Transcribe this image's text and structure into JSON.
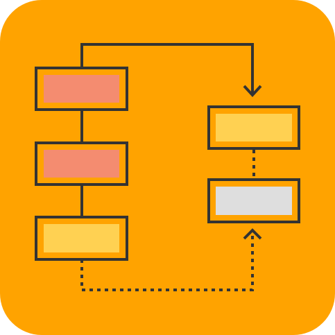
{
  "icon": {
    "semantic": "flowchart-icon",
    "background_color": "#FFA300",
    "stroke_color": "#333333"
  },
  "left_column": {
    "boxes": [
      {
        "name": "left-box-top",
        "fill": "#F48C70"
      },
      {
        "name": "left-box-middle",
        "fill": "#F48C70"
      },
      {
        "name": "left-box-bottom",
        "fill": "#FFD152"
      }
    ]
  },
  "right_column": {
    "boxes": [
      {
        "name": "right-box-top",
        "fill": "#FFD152"
      },
      {
        "name": "right-box-bottom",
        "fill": "#DEDEDE"
      }
    ]
  },
  "connectors": [
    {
      "name": "solid-arrow-connector",
      "from": "left-box-top",
      "to": "right-box-top",
      "style": "solid"
    },
    {
      "name": "dotted-arrow-connector",
      "from": "left-box-bottom",
      "to": "right-box-bottom",
      "style": "dotted"
    },
    {
      "name": "dotted-link-connector",
      "from": "right-box-top",
      "to": "right-box-bottom",
      "style": "dotted"
    }
  ]
}
